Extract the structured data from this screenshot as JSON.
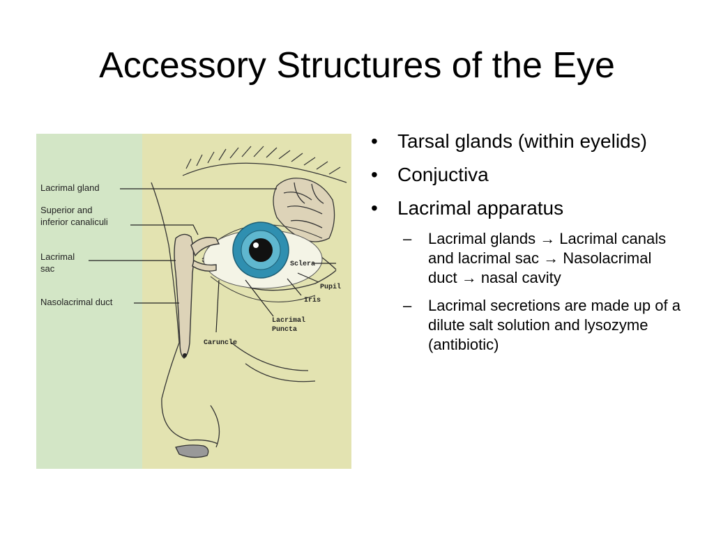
{
  "slide": {
    "title": "Accessory Structures of the Eye"
  },
  "figure": {
    "labels": {
      "lacrimal_gland": "Lacrimal gland",
      "canaliculi_line1": "Superior and",
      "canaliculi_line2": "inferior canaliculi",
      "sac_line1": "Lacrimal",
      "sac_line2": "sac",
      "nasolacrimal_duct": "Nasolacrimal duct",
      "sclera": "Sclera",
      "pupil": "Pupil",
      "iris": "Iris",
      "puncta_line1": "Lacrimal",
      "puncta_line2": "Puncta",
      "caruncle": "Caruncle"
    },
    "colors": {
      "left_panel": "#d3e6c6",
      "right_panel": "#e3e3b1",
      "iris": "#2f8fb0"
    }
  },
  "bullets": {
    "b1": "Tarsal glands (within eyelids)",
    "b2": "Conjuctiva",
    "b3": "Lacrimal apparatus",
    "s1_part1": "Lacrimal glands ",
    "s1_arrow1": "→",
    "s1_part2": " Lacrimal canals and lacrimal sac ",
    "s1_arrow2": "→",
    "s1_part3": " Nasolacrimal duct ",
    "s1_arrow3": "→",
    "s1_part4": " nasal cavity",
    "s2": "Lacrimal secretions are made up of a dilute salt solution and lysozyme (antibiotic)",
    "bullet_mark": "•",
    "dash_mark": "–"
  }
}
